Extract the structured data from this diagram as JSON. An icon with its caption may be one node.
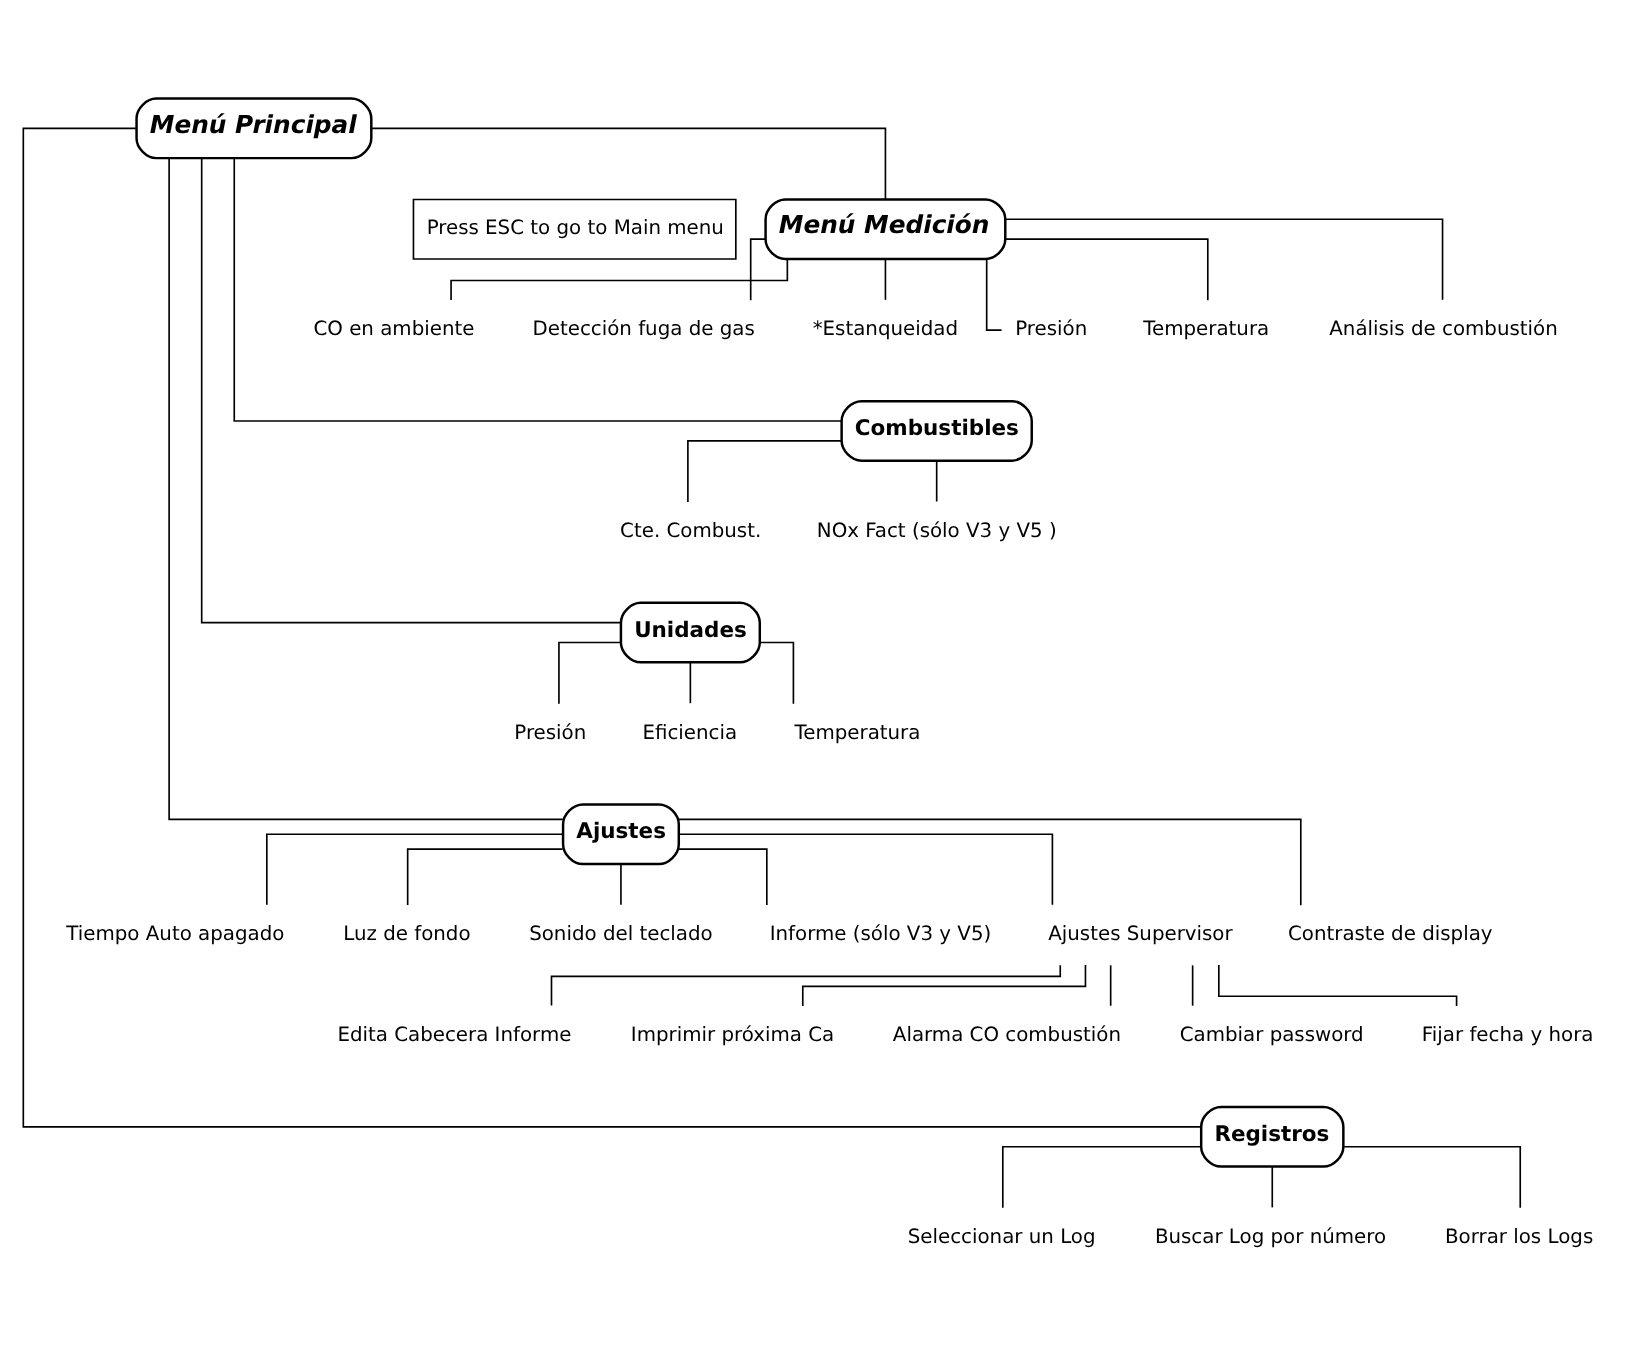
{
  "diagram": {
    "nodes": [
      {
        "text": [
          "Menú Principal"
        ]
      },
      {
        "text": [
          "Press ESC to go to Main menu"
        ]
      },
      {
        "text": [
          "Menú Medición"
        ]
      },
      {
        "text": [
          "Análisis de combustión"
        ]
      },
      {
        "text": [
          "*Estanqueidad"
        ]
      },
      {
        "text": [
          "Presión"
        ]
      },
      {
        "text": [
          "Temperatura"
        ]
      },
      {
        "text": [
          "CO en ambiente"
        ]
      },
      {
        "text": [
          "Detección fuga de gas"
        ]
      },
      {
        "text": [
          "Combustibles"
        ]
      },
      {
        "text": [
          "Cte. Combust."
        ]
      },
      {
        "text": [
          "NOx Fact (sólo V3 y V5 )"
        ]
      },
      {
        "text": [
          "Unidades"
        ]
      },
      {
        "text": [
          "Presión"
        ]
      },
      {
        "text": [
          "Temperatura"
        ]
      },
      {
        "text": [
          "Eficiencia"
        ]
      },
      {
        "text": [
          "Ajustes"
        ]
      },
      {
        "text": [
          "Contraste de display"
        ]
      },
      {
        "text": [
          "Tiempo Auto apagado"
        ]
      },
      {
        "text": [
          "Luz de fondo"
        ]
      },
      {
        "text": [
          "Sonido del teclado"
        ]
      },
      {
        "text": [
          "Informe (sólo V3 y V5)"
        ]
      },
      {
        "text": [
          "Ajustes Supervisor"
        ]
      },
      {
        "text": [
          "Fijar fecha y hora"
        ]
      },
      {
        "text": [
          "Edita Cabecera Informe"
        ]
      },
      {
        "text": [
          "Imprimir próxima Ca"
        ]
      },
      {
        "text": [
          "Alarma CO combustión"
        ]
      },
      {
        "text": [
          "Cambiar password"
        ]
      },
      {
        "text": [
          "Registros"
        ]
      },
      {
        "text": [
          "Seleccionar un Log"
        ]
      },
      {
        "text": [
          "Buscar Log por número"
        ]
      },
      {
        "text": [
          "Borrar los Logs"
        ]
      }
    ],
    "edges": [
      {
        "from": 0,
        "to": 2,
        "arrow": "none"
      },
      {
        "from": 0,
        "to": 9,
        "arrow": "none"
      },
      {
        "from": 0,
        "to": 12,
        "arrow": "none"
      },
      {
        "from": 0,
        "to": 16,
        "arrow": "none"
      },
      {
        "from": 0,
        "to": 28,
        "arrow": "none"
      },
      {
        "from": 2,
        "to": 3,
        "arrow": "none"
      },
      {
        "from": 2,
        "to": 4,
        "arrow": "none"
      },
      {
        "from": 2,
        "to": 5,
        "arrow": "none"
      },
      {
        "from": 2,
        "to": 6,
        "arrow": "none"
      },
      {
        "from": 2,
        "to": 7,
        "arrow": "none"
      },
      {
        "from": 2,
        "to": 8,
        "arrow": "none"
      },
      {
        "from": 9,
        "to": 10,
        "arrow": "none"
      },
      {
        "from": 9,
        "to": 11,
        "arrow": "none"
      },
      {
        "from": 12,
        "to": 13,
        "arrow": "none"
      },
      {
        "from": 12,
        "to": 14,
        "arrow": "none"
      },
      {
        "from": 12,
        "to": 15,
        "arrow": "none"
      },
      {
        "from": 16,
        "to": 17,
        "arrow": "none"
      },
      {
        "from": 16,
        "to": 18,
        "arrow": "none"
      },
      {
        "from": 16,
        "to": 19,
        "arrow": "none"
      },
      {
        "from": 16,
        "to": 20,
        "arrow": "none"
      },
      {
        "from": 16,
        "to": 21,
        "arrow": "none"
      },
      {
        "from": 16,
        "to": 22,
        "arrow": "none"
      },
      {
        "from": 22,
        "to": 23,
        "arrow": "none"
      },
      {
        "from": 22,
        "to": 24,
        "arrow": "none"
      },
      {
        "from": 22,
        "to": 25,
        "arrow": "none"
      },
      {
        "from": 22,
        "to": 26,
        "arrow": "none"
      },
      {
        "from": 22,
        "to": 27,
        "arrow": "none"
      },
      {
        "from": 28,
        "to": 29,
        "arrow": "none"
      },
      {
        "from": 28,
        "to": 30,
        "arrow": "none"
      },
      {
        "from": 28,
        "to": 31,
        "arrow": "none"
      }
    ]
  }
}
